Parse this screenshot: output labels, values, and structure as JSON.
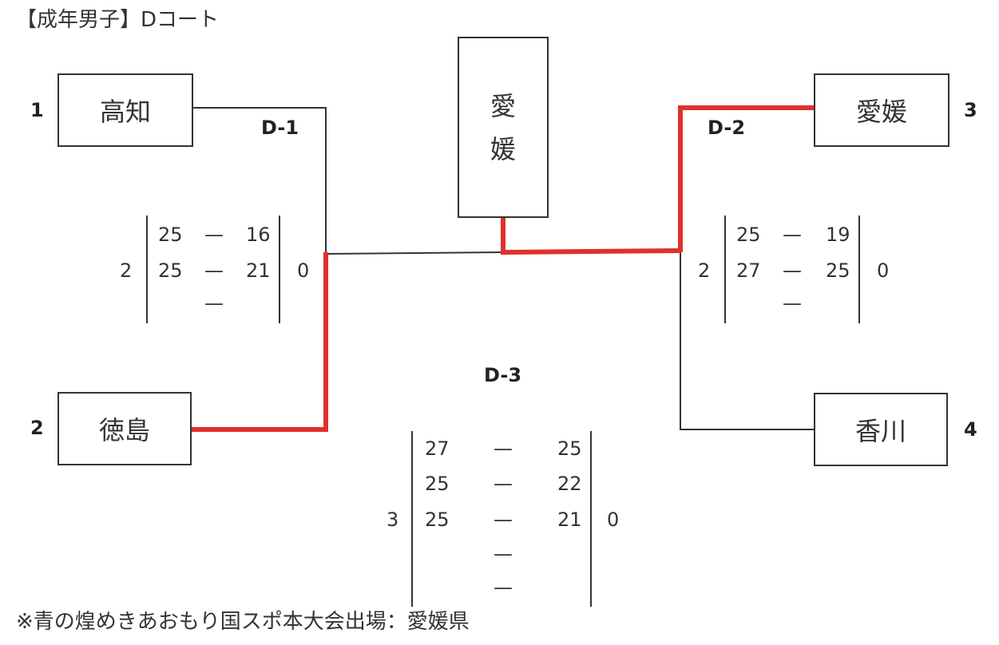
{
  "header": {
    "title": "【成年男子】Dコート"
  },
  "teams": {
    "t1": {
      "seed": "1",
      "name": "高知"
    },
    "t2": {
      "seed": "2",
      "name": "徳島"
    },
    "t3": {
      "seed": "3",
      "name": "愛媛"
    },
    "t4": {
      "seed": "4",
      "name": "香川"
    }
  },
  "champion": {
    "char1": "愛",
    "char2": "媛"
  },
  "matches": {
    "d1": {
      "label": "D-1",
      "sets_left": "2",
      "sets_right": "0",
      "set_scores": [
        {
          "left": "25",
          "dash": "—",
          "right": "16"
        },
        {
          "left": "25",
          "dash": "—",
          "right": "21"
        },
        {
          "left": "",
          "dash": "—",
          "right": ""
        }
      ]
    },
    "d2": {
      "label": "D-2",
      "sets_left": "2",
      "sets_right": "0",
      "set_scores": [
        {
          "left": "25",
          "dash": "—",
          "right": "19"
        },
        {
          "left": "27",
          "dash": "—",
          "right": "25"
        },
        {
          "left": "",
          "dash": "—",
          "right": ""
        }
      ]
    },
    "d3": {
      "label": "D-3",
      "sets_left": "3",
      "sets_right": "0",
      "set_scores": [
        {
          "left": "27",
          "dash": "—",
          "right": "25"
        },
        {
          "left": "25",
          "dash": "—",
          "right": "22"
        },
        {
          "left": "25",
          "dash": "—",
          "right": "21"
        },
        {
          "left": "",
          "dash": "—",
          "right": ""
        },
        {
          "left": "",
          "dash": "—",
          "right": ""
        }
      ]
    }
  },
  "footnote": {
    "text": "※青の煌めきあおもり国スポ本大会出場：愛媛県"
  },
  "colors": {
    "winner_line": "#e0312b",
    "line": "#333333"
  }
}
